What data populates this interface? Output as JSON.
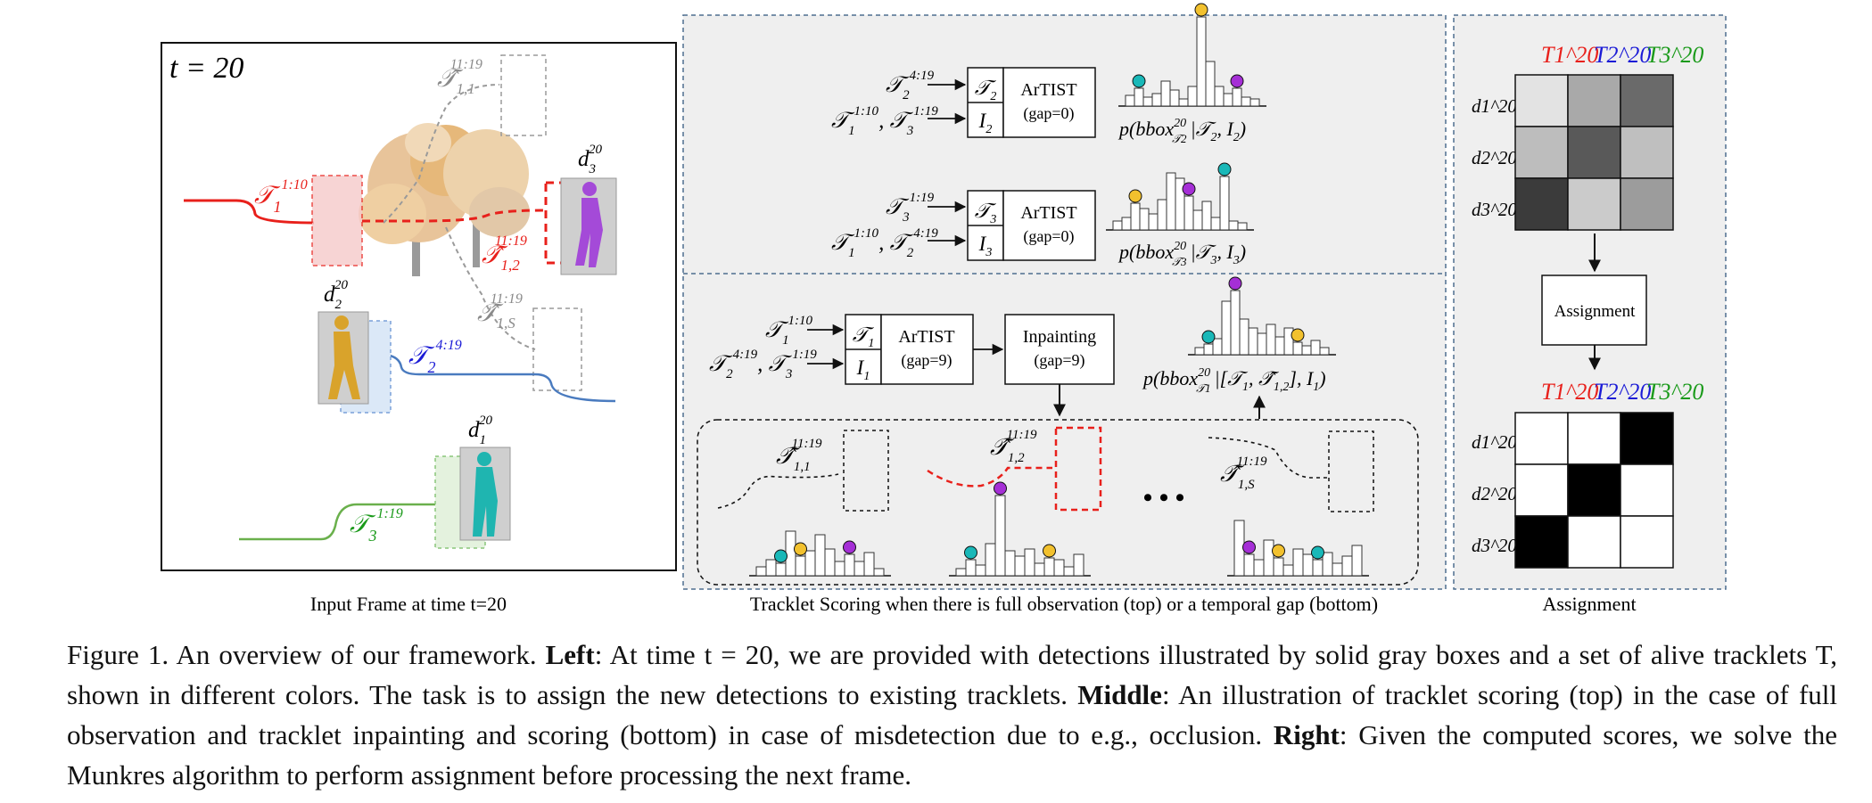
{
  "panel_left": {
    "time_label": "t = 20",
    "caption": "Input Frame at time t=20",
    "tracklet_1": {
      "name": "T",
      "sub": "1",
      "sup": "1:10",
      "color": "#e8201b"
    },
    "tracklet_2": {
      "name": "T",
      "sub": "2",
      "sup": "4:19",
      "color": "#1b1bd6"
    },
    "tracklet_3": {
      "name": "T",
      "sub": "3",
      "sup": "1:19",
      "color": "#1a9a1a"
    },
    "hyp_1_1": {
      "name": "T̂",
      "sub": "1,1",
      "sup": "11:19"
    },
    "hyp_1_2": {
      "name": "T̂",
      "sub": "1,2",
      "sup": "11:19"
    },
    "hyp_1_S": {
      "name": "T̂",
      "sub": "1,S",
      "sup": "11:19"
    },
    "det_1": {
      "name": "d",
      "sub": "1",
      "sup": "20"
    },
    "det_2": {
      "name": "d",
      "sub": "2",
      "sup": "20"
    },
    "det_3": {
      "name": "d",
      "sub": "3",
      "sup": "20"
    }
  },
  "panel_middle": {
    "caption": "Tracklet Scoring when there is full observation (top) or a temporal gap (bottom)",
    "block_a": {
      "input_top": "T_2^{4:19}",
      "input_bottom": "T_1^{1:10}, T_3^{1:19}",
      "cell_top": "T2",
      "cell_bottom": "I2",
      "model": "ArTIST",
      "gap": "(gap=0)",
      "prob": "p(bbox^20_T2 | T2, I2)"
    },
    "block_b": {
      "input_top": "T_3^{1:19}",
      "input_bottom": "T_1^{1:10}, T_2^{4:19}",
      "cell_top": "T3",
      "cell_bottom": "I3",
      "model": "ArTIST",
      "gap": "(gap=0)",
      "prob": "p(bbox^20_T3 | T3, I3)"
    },
    "block_c": {
      "input_top": "T_1^{1:10}",
      "input_bottom": "T_2^{4:19}, T_3^{1:19}",
      "cell_top": "T1",
      "cell_bottom": "I1",
      "model": "ArTIST",
      "gap": "(gap=9)",
      "inpaint": "Inpainting",
      "inpaint_gap": "(gap=9)",
      "prob": "p(bbox^20_T1 | [T1, T̂1,2], I1)"
    },
    "ellipsis": "• • •"
  },
  "panel_right": {
    "caption": "Assignment",
    "assignment_label": "Assignment",
    "col_labels": [
      "T1^20",
      "T2^20",
      "T3^20"
    ],
    "row_labels": [
      "d1^20",
      "d2^20",
      "d3^20"
    ],
    "cost_matrix_gray": [
      [
        "#e3e3e3",
        "#a9a9a9",
        "#6a6a6a"
      ],
      [
        "#bdbdbd",
        "#595959",
        "#bfbfbf"
      ],
      [
        "#3b3b3b",
        "#cbcbcb",
        "#9c9c9c"
      ]
    ],
    "assignment_matrix": [
      [
        0,
        0,
        1
      ],
      [
        0,
        1,
        0
      ],
      [
        1,
        0,
        0
      ]
    ]
  },
  "colors": {
    "red": "#e8201b",
    "blue": "#1b1bd6",
    "green": "#1a9a1a",
    "cyan": "#19b8b8",
    "yellow": "#f2c12e",
    "purple": "#a52fd6",
    "panel_bg": "#efefef",
    "panel_border": "#4f6f8f"
  },
  "caption": {
    "fig_label": "Figure 1. An overview of our framework.",
    "left_head": "Left",
    "left_text": ": At time t = 20, we are provided with detections illustrated by solid gray boxes and a set of alive tracklets T, shown in different colors. The task is to assign the new detections to existing tracklets.",
    "middle_head": "Middle",
    "middle_text": ": An illustration of tracklet scoring (top) in the case of full observation and tracklet inpainting and scoring (bottom) in case of misdetection due to e.g., occlusion.",
    "right_head": "Right",
    "right_text": ": Given the computed scores, we solve the Munkres algorithm to perform assignment before processing the next frame."
  }
}
